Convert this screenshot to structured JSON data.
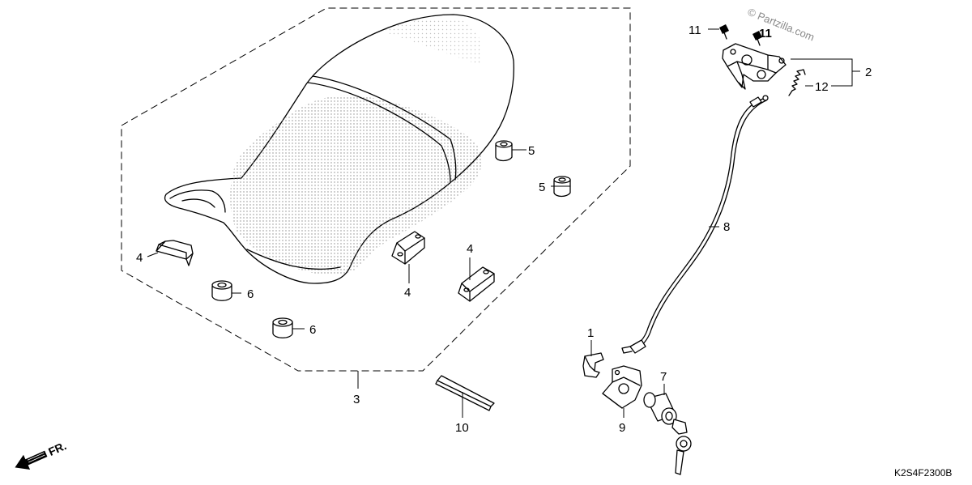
{
  "watermark": "© Partzilla.com",
  "diagram_code": "K2S4F2300B",
  "direction_label": "FR.",
  "callouts": [
    {
      "id": "c1",
      "label": "1"
    },
    {
      "id": "c2",
      "label": "2"
    },
    {
      "id": "c3",
      "label": "3"
    },
    {
      "id": "c4a",
      "label": "4"
    },
    {
      "id": "c4b",
      "label": "4"
    },
    {
      "id": "c4c",
      "label": "4"
    },
    {
      "id": "c5a",
      "label": "5"
    },
    {
      "id": "c5b",
      "label": "5"
    },
    {
      "id": "c6a",
      "label": "6"
    },
    {
      "id": "c6b",
      "label": "6"
    },
    {
      "id": "c7",
      "label": "7"
    },
    {
      "id": "c8",
      "label": "8"
    },
    {
      "id": "c9",
      "label": "9"
    },
    {
      "id": "c10",
      "label": "10"
    },
    {
      "id": "c11a",
      "label": "11"
    },
    {
      "id": "c11b",
      "label": "11"
    },
    {
      "id": "c12",
      "label": "12"
    }
  ]
}
